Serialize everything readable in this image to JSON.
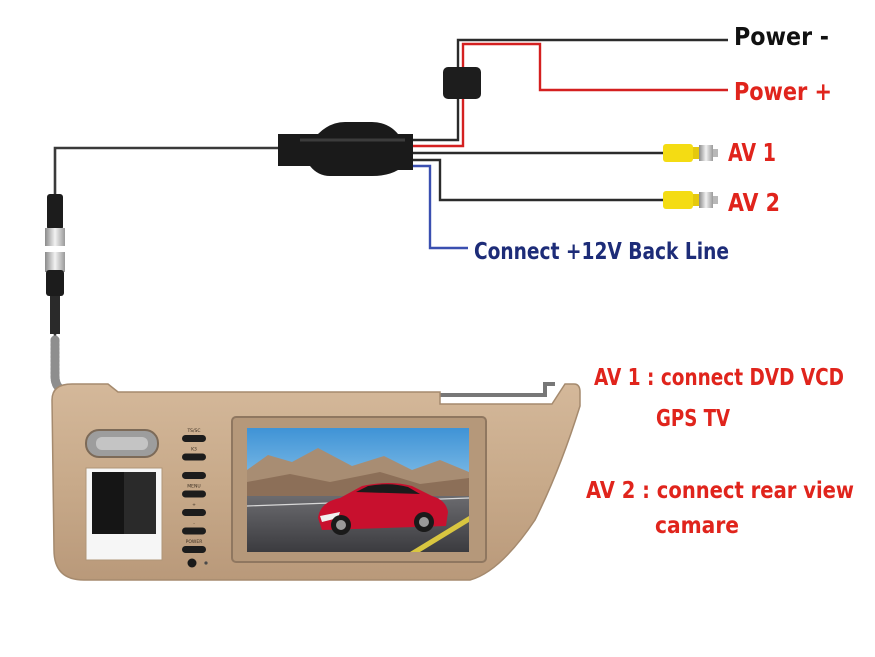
{
  "labels": {
    "power_minus": "Power -",
    "power_plus": "Power +",
    "av1": "AV 1",
    "av2": "AV 2",
    "back_line": "Connect +12V Back Line"
  },
  "notes": {
    "av1_line1": "AV 1 : connect DVD VCD",
    "av1_line2": "GPS TV",
    "av2_line1": "AV 2 : connect rear view",
    "av2_line2": "camare"
  },
  "buttons": [
    "TS/SC",
    "K3",
    "",
    "MENU",
    "+",
    "-",
    "POWER"
  ],
  "colors": {
    "black_wire": "#2b2b2b",
    "red_wire": "#d42020",
    "blue_wire": "#3a4fb0",
    "black_label": "#111111",
    "red_label": "#e0241c",
    "navy_label": "#1d2c78",
    "rca_yellow": "#f4dc13",
    "visor": "#c7a98a"
  }
}
